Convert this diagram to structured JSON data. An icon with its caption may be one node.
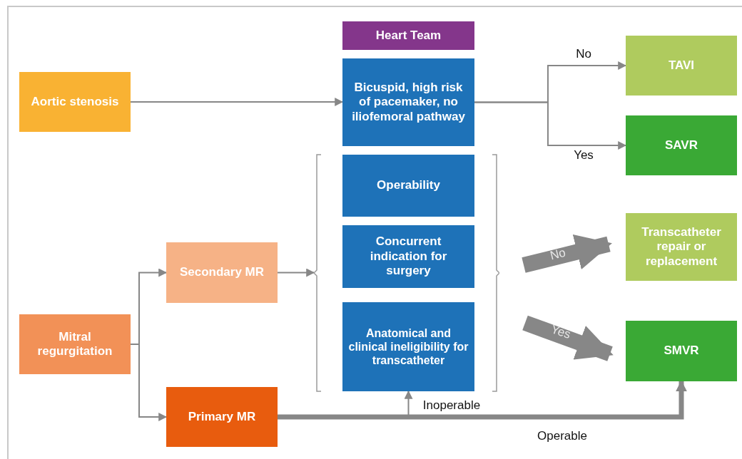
{
  "diagram": {
    "nodes": [
      {
        "text": [
          "Heart Team"
        ]
      },
      {
        "text": [
          "Bicuspid, high risk of pacemaker, no iliofemoral pathway"
        ]
      },
      {
        "text": [],
        "shape": "bracket"
      },
      {
        "text": [
          "Operability"
        ],
        "in": 2
      },
      {
        "text": [
          "Concurrent indication for surgery"
        ],
        "in": 2
      },
      {
        "text": [
          "Anatomical and clinical ineligibility for transcatheter"
        ],
        "in": 2
      },
      {
        "text": [
          "Aortic stenosis"
        ]
      },
      {
        "text": [
          "TAVI"
        ]
      },
      {
        "text": [
          "SAVR"
        ]
      },
      {
        "text": [
          "Mitral regurgitation"
        ]
      },
      {
        "text": [
          "Secondary MR"
        ]
      },
      {
        "text": [
          "Primary MR"
        ]
      },
      {
        "text": [
          "Transcatheter repair or replacement"
        ]
      },
      {
        "text": [
          "SMVR"
        ]
      }
    ],
    "edges": [
      {
        "from": 6,
        "to": 1,
        "arrow": "to"
      },
      {
        "from": 1,
        "to": 7,
        "arrow": "to",
        "label": "No"
      },
      {
        "from": 1,
        "to": 8,
        "arrow": "to",
        "label": "Yes"
      },
      {
        "from": 9,
        "to": 10,
        "arrow": "to"
      },
      {
        "from": 9,
        "to": 11,
        "arrow": "to"
      },
      {
        "from": 10,
        "to": 2,
        "arrow": "to"
      },
      {
        "from": 2,
        "to": 12,
        "arrow": "to",
        "label": "No",
        "style": "thick"
      },
      {
        "from": 2,
        "to": 13,
        "arrow": "to",
        "label": "Yes",
        "style": "thick"
      },
      {
        "from": 11,
        "to": 5,
        "arrow": "to",
        "label": "Inoperable"
      },
      {
        "from": 11,
        "to": 13,
        "arrow": "to",
        "label": "Operable",
        "style": "thick"
      }
    ]
  }
}
